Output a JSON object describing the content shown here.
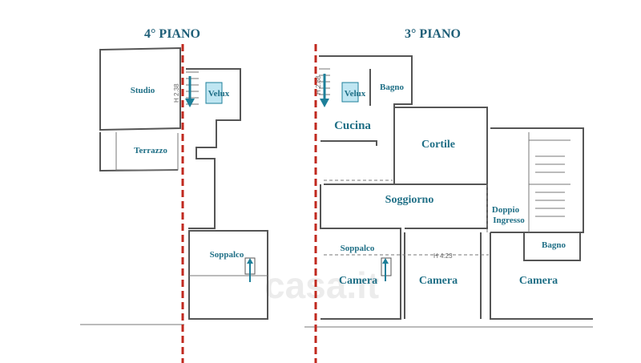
{
  "floors": [
    {
      "title": "4° PIANO",
      "rooms": [
        "Studio",
        "Velux",
        "Terrazzo",
        "Soppalco"
      ],
      "height_label": "H 2.38"
    },
    {
      "title": "3° PIANO",
      "rooms": [
        "Velux",
        "Bagno",
        "Cucina",
        "Cortile",
        "Soggiorno",
        "Doppio",
        "Ingresso",
        "Bagno",
        "Soppalco",
        "Camera",
        "Camera",
        "Camera"
      ],
      "height_labels": [
        "H 2.88",
        "H 4.23"
      ]
    }
  ],
  "watermark": "casa.it",
  "colors": {
    "label": "#1f6f86",
    "divider": "#c0281e",
    "velux": "#bfe6f2"
  }
}
